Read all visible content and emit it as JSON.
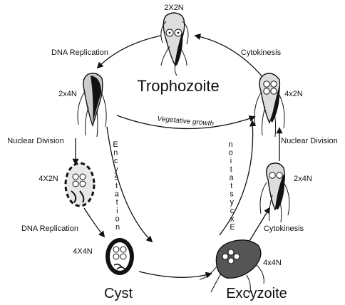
{
  "stages": {
    "top": "Trophozoite",
    "bottom_left": "Cyst",
    "bottom_right": "Excyzoite"
  },
  "ploidy": {
    "top": "2X2N",
    "upper_left": "2x4N",
    "upper_right": "4x2N",
    "mid_left": "4X2N",
    "mid_right": "2x4N",
    "cyst": "4X4N",
    "excyzoite": "4x4N"
  },
  "processes": {
    "dna_replication_top": "DNA Replication",
    "cytokinesis_top": "Cytokinesis",
    "nuclear_division_left": "Nuclear Division",
    "nuclear_division_right": "Nuclear Division",
    "dna_replication_bottom": "DNA Replication",
    "cytokinesis_bottom": "Cytokinesis",
    "vegetative_growth": "Vegetative growth",
    "encystation": "Encystation",
    "excystation": "Excystation"
  }
}
